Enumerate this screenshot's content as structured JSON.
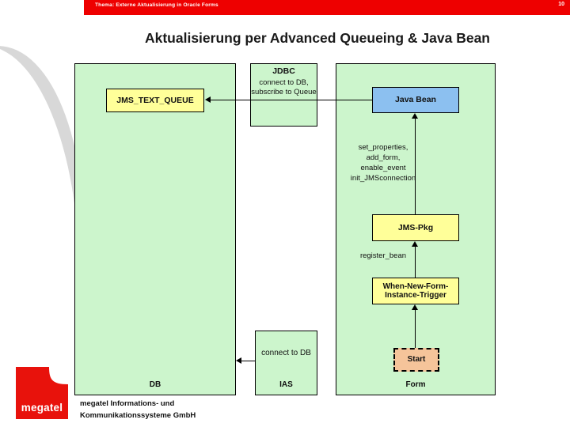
{
  "header": {
    "title": "Thema: Externe Aktualisierung in Oracle Forms",
    "page_number": "10",
    "bar_color": "#ee0000"
  },
  "slide": {
    "title": "Aktualisierung per Advanced Queueing & Java Bean"
  },
  "diagram": {
    "type": "architecture-flow",
    "panels": [
      {
        "name": "db-panel",
        "caption": "DB"
      },
      {
        "name": "ias-panel",
        "caption": "IAS"
      },
      {
        "name": "form-panel",
        "caption": "Form"
      }
    ],
    "nodes": [
      {
        "name": "jms-text-queue",
        "label": "JMS_TEXT_QUEUE",
        "color": "#ffff99",
        "panel": "db-panel"
      },
      {
        "name": "jdbc",
        "label": "JDBC",
        "color": "#ccf5cc",
        "panel": "ias-panel"
      },
      {
        "name": "java-bean",
        "label": "Java Bean",
        "color": "#8cc0f0",
        "panel": "form-panel"
      },
      {
        "name": "jms-pkg",
        "label": "JMS-Pkg",
        "color": "#ffff99",
        "panel": "form-panel"
      },
      {
        "name": "when-new-form-instance-trigger",
        "label": "When-New-Form-Instance-Trigger",
        "color": "#ffff99",
        "panel": "form-panel"
      },
      {
        "name": "start",
        "label": "Start",
        "color": "#f5c49a",
        "panel": "form-panel"
      },
      {
        "name": "connect-to-db",
        "label": "connect to DB",
        "color": "#ccf5cc",
        "panel": "ias-panel"
      }
    ],
    "labels": {
      "jdbc_detail": "connect to DB,\nsubscribe to Queue",
      "jdbc_detail_line1": "connect to DB,",
      "jdbc_detail_line2": "subscribe to Queue",
      "bean_calls_line1": "set_properties,",
      "bean_calls_line2": "add_form,",
      "bean_calls_line3": "enable_event",
      "bean_calls_line4": "init_JMSconnection",
      "register_bean": "register_bean",
      "connect_to_db": "connect to DB",
      "trigger_line1": "When-New-Form-",
      "trigger_line2": "Instance-Trigger"
    }
  },
  "footer": {
    "logo_text": "megatel",
    "company_line1": "megatel Informations- und",
    "company_line2": "Kommunikationssysteme GmbH",
    "logo_color": "#e8120c"
  }
}
